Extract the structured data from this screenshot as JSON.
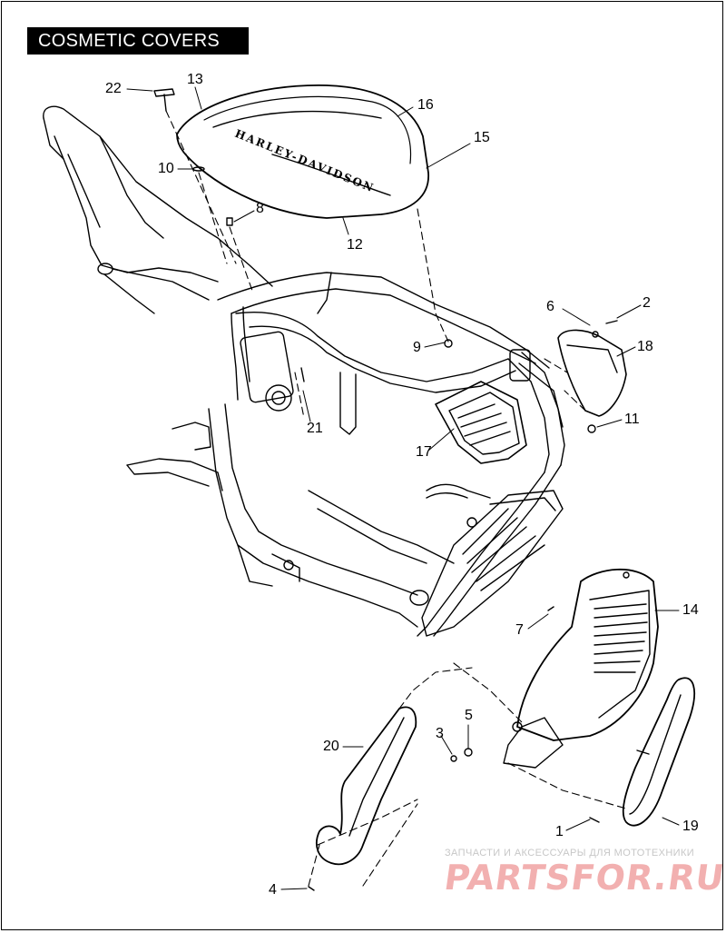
{
  "title": "COSMETIC COVERS",
  "callouts": [
    {
      "id": "22",
      "label": "22"
    },
    {
      "id": "13",
      "label": "13"
    },
    {
      "id": "16",
      "label": "16"
    },
    {
      "id": "15",
      "label": "15"
    },
    {
      "id": "10",
      "label": "10"
    },
    {
      "id": "8",
      "label": "8"
    },
    {
      "id": "12",
      "label": "12"
    },
    {
      "id": "6",
      "label": "6"
    },
    {
      "id": "2",
      "label": "2"
    },
    {
      "id": "9",
      "label": "9"
    },
    {
      "id": "18",
      "label": "18"
    },
    {
      "id": "11",
      "label": "11"
    },
    {
      "id": "21",
      "label": "21"
    },
    {
      "id": "17",
      "label": "17"
    },
    {
      "id": "14",
      "label": "14"
    },
    {
      "id": "7",
      "label": "7"
    },
    {
      "id": "5",
      "label": "5"
    },
    {
      "id": "3",
      "label": "3"
    },
    {
      "id": "20",
      "label": "20"
    },
    {
      "id": "19",
      "label": "19"
    },
    {
      "id": "1",
      "label": "1"
    },
    {
      "id": "4",
      "label": "4"
    }
  ],
  "tank_logo_text": "HARLEY-DAVIDSON",
  "watermark": {
    "subtitle": "ЗАПЧАСТИ И АКСЕССУАРЫ ДЛЯ МОТОТЕХНИКИ",
    "brand": "PARTSFOR.RU"
  }
}
